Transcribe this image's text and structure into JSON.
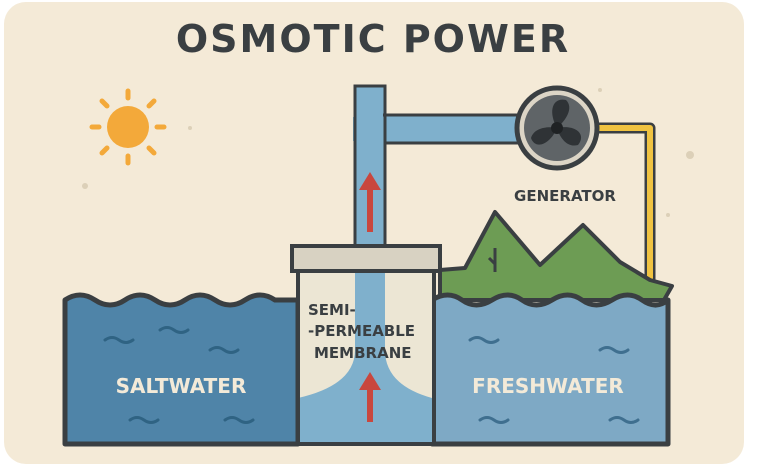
{
  "title": "OSMOTIC POWER",
  "labels": {
    "generator": "GENERATOR",
    "membrane_line1": "SEMI-",
    "membrane_line2": "-PERMEABLE",
    "membrane_line3": "MEMBRANE",
    "saltwater": "SALTWATER",
    "freshwater": "FRESHWATER"
  },
  "colors": {
    "background": "#f4ead7",
    "saltwater": "#4f84a8",
    "freshwater": "#7ea9c5",
    "membrane": "#ece6d4",
    "pipe": "#7fb0cc",
    "outline": "#3a3f42",
    "sun": "#f3a93a",
    "hills": "#6d9c54",
    "wire": "#f0c341",
    "arrow": "#c9473e"
  },
  "icons": [
    "sun-icon",
    "fan-icon",
    "up-arrow-icon"
  ]
}
